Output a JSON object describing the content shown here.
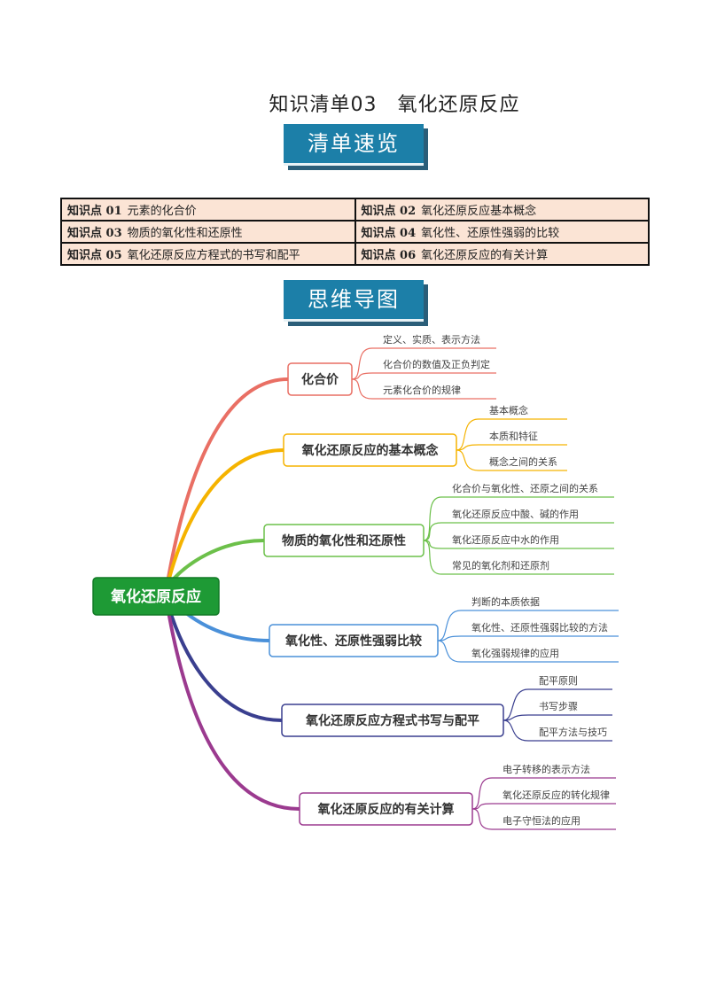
{
  "title": "知识清单03　氧化还原反应",
  "banner_overview": "清单速览",
  "banner_mindmap": "思维导图",
  "knowledge_points": [
    {
      "no": "知识点 01",
      "name": "元素的化合价"
    },
    {
      "no": "知识点 02",
      "name": "氧化还原反应基本概念"
    },
    {
      "no": "知识点 03",
      "name": "物质的氧化性和还原性"
    },
    {
      "no": "知识点 04",
      "name": "氧化性、还原性强弱的比较"
    },
    {
      "no": "知识点 05",
      "name": "氧化还原反应方程式的书写和配平"
    },
    {
      "no": "知识点 06",
      "name": "氧化还原反应的有关计算"
    }
  ],
  "mindmap": {
    "root": "氧化还原反应",
    "root_color": "#1e9a35",
    "branches": [
      {
        "label": "化合价",
        "color": "#e96f64",
        "children": [
          "定义、实质、表示方法",
          "化合价的数值及正负判定",
          "元素化合价的规律"
        ]
      },
      {
        "label": "氧化还原反应的基本概念",
        "color": "#f5b300",
        "children": [
          "基本概念",
          "本质和特征",
          "概念之间的关系"
        ]
      },
      {
        "label": "物质的氧化性和还原性",
        "color": "#6cc04a",
        "children": [
          "化合价与氧化性、还原之间的关系",
          "氧化还原反应中酸、碱的作用",
          "氧化还原反应中水的作用",
          "常见的氧化剂和还原剂"
        ]
      },
      {
        "label": "氧化性、还原性强弱比较",
        "color": "#4a90d9",
        "children": [
          "判断的本质依据",
          "氧化性、还原性强弱比较的方法",
          "氧化强弱规律的应用"
        ]
      },
      {
        "label": "氧化还原反应方程式书写与配平",
        "color": "#3a3f8f",
        "children": [
          "配平原则",
          "书写步骤",
          "配平方法与技巧"
        ]
      },
      {
        "label": "氧化还原反应的有关计算",
        "color": "#9b3a8f",
        "children": [
          "电子转移的表示方法",
          "氧化还原反应的转化规律",
          "电子守恒法的应用"
        ]
      }
    ]
  }
}
